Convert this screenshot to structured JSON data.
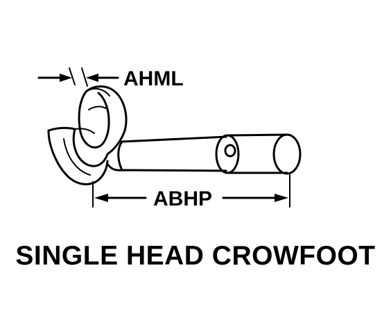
{
  "labels": {
    "ahml": "AHML",
    "abhp": "ABHP"
  },
  "caption": "SINGLE HEAD CROWFOOT",
  "colors": {
    "ink": "#000000",
    "background": "#ffffff"
  }
}
